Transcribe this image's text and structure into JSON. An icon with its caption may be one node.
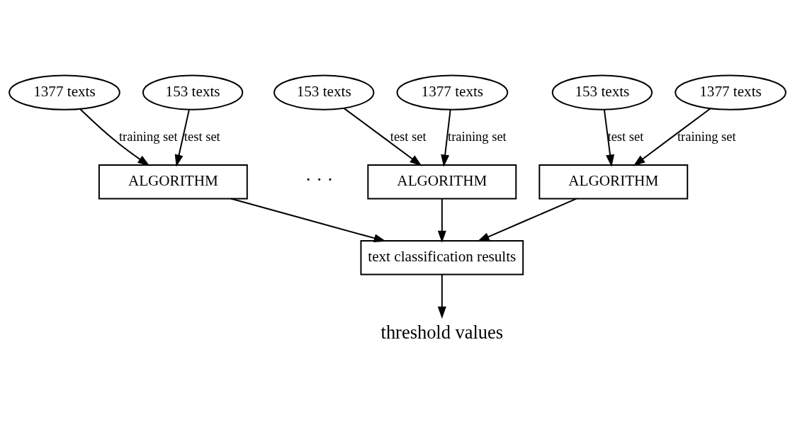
{
  "diagram": {
    "nodes": [
      {
        "text": [
          "153 texts"
        ]
      },
      {
        "text": [
          "1377 texts"
        ]
      },
      {
        "text": [
          "ALGORITHM"
        ]
      },
      {
        "text": [
          "153 texts"
        ]
      },
      {
        "text": [
          "1377 texts"
        ]
      },
      {
        "text": [
          "ALGORITHM"
        ]
      },
      {
        "text": [
          "153 texts"
        ]
      },
      {
        "text": [
          "1377 texts"
        ]
      },
      {
        "text": [
          "ALGORITHM"
        ]
      },
      {
        "text": [
          "text classification results"
        ]
      },
      {
        "text": [
          "threshold values"
        ]
      }
    ],
    "edges": [
      {
        "from": 0,
        "to": 2,
        "arrow": "to",
        "label": "test set"
      },
      {
        "from": 1,
        "to": 2,
        "arrow": "to",
        "label": "training set"
      },
      {
        "from": 3,
        "to": 5,
        "arrow": "to",
        "label": "test set"
      },
      {
        "from": 4,
        "to": 5,
        "arrow": "to",
        "label": "training set"
      },
      {
        "from": 6,
        "to": 8,
        "arrow": "to",
        "label": "test set"
      },
      {
        "from": 7,
        "to": 8,
        "arrow": "to",
        "label": "training set"
      },
      {
        "from": 2,
        "to": 9,
        "arrow": "to"
      },
      {
        "from": 5,
        "to": 9,
        "arrow": "to"
      },
      {
        "from": 8,
        "to": 9,
        "arrow": "to"
      },
      {
        "from": 9,
        "to": 10,
        "arrow": "to"
      }
    ],
    "labels": [
      "· · ·"
    ]
  }
}
